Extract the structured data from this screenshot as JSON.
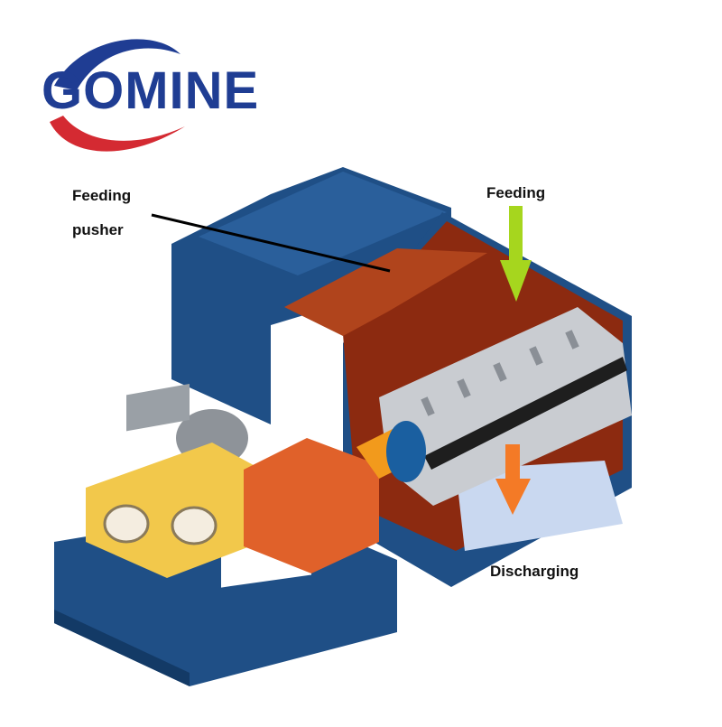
{
  "brand": {
    "logo_text": "GOMINE",
    "logo_color": "#1f3d93",
    "logo_swoosh_color": "#d42a32"
  },
  "labels": {
    "feeding_pusher_line1": "Feeding",
    "feeding_pusher_line2": "pusher",
    "feeding": "Feeding",
    "discharging": "Discharging"
  },
  "arrows": {
    "feeding_color": "#a6d61e",
    "discharging_color": "#f47a26"
  },
  "colors": {
    "machine_frame": "#1f4f86",
    "machine_dark": "#133a66",
    "hopper_interior": "#8c2a10",
    "gearbox": "#e0612a",
    "belt_guard": "#f2c84b",
    "rotor": "#c9ccd1"
  }
}
